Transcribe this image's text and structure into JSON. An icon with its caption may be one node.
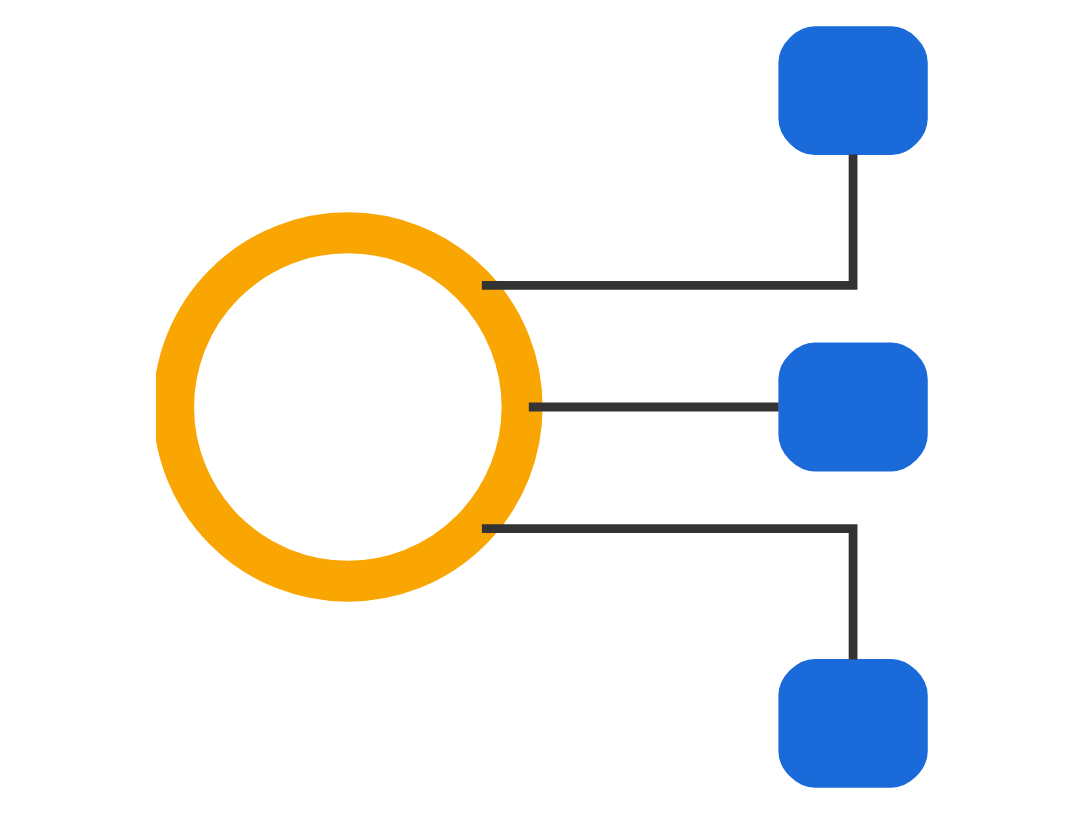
{
  "diagram": {
    "nodes": [
      {
        "text": [],
        "shape": "gear"
      },
      {
        "text": [],
        "shape": "box"
      },
      {
        "text": [],
        "shape": "box"
      },
      {
        "text": [],
        "shape": "box"
      }
    ],
    "edges": [
      {
        "from": 0,
        "to": 1,
        "arrow": "none"
      },
      {
        "from": 0,
        "to": 2,
        "arrow": "none"
      },
      {
        "from": 0,
        "to": 3,
        "arrow": "none"
      }
    ]
  }
}
